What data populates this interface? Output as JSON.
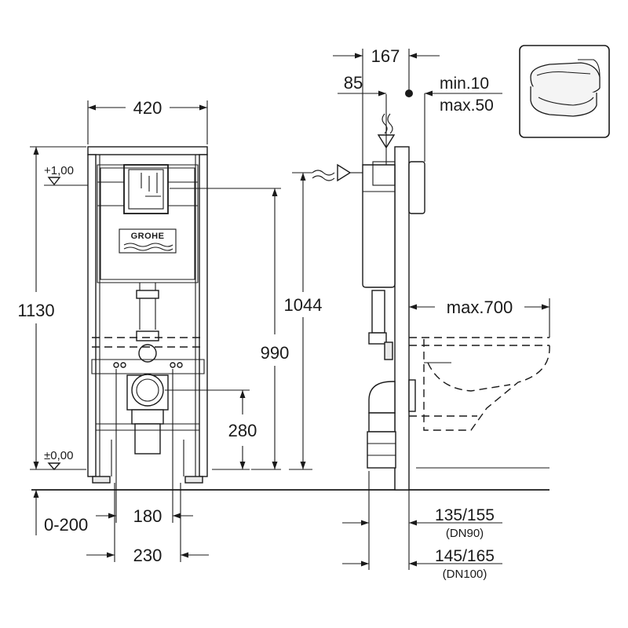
{
  "brand": {
    "logo_text": "GROHE"
  },
  "front_view": {
    "width": "420",
    "height_total": "1130",
    "level_top": "+1,00",
    "level_floor": "±0,00",
    "outlet_height": "280",
    "inlet_height": "990",
    "outlet_offset": "0-200",
    "bolt_spacing": "180",
    "feet_spacing": "230"
  },
  "side_view": {
    "depth_top": "167",
    "offset_85": "85",
    "wall_min": "min.10",
    "wall_max": "max.50",
    "height_1044": "1044",
    "bowl_max": "max.700",
    "dn90_depth": "135/155",
    "dn90_label": "(DN90)",
    "dn100_depth": "145/165",
    "dn100_label": "(DN100)"
  },
  "thumbnail": {
    "icon": "wall-hung-toilet-icon"
  }
}
